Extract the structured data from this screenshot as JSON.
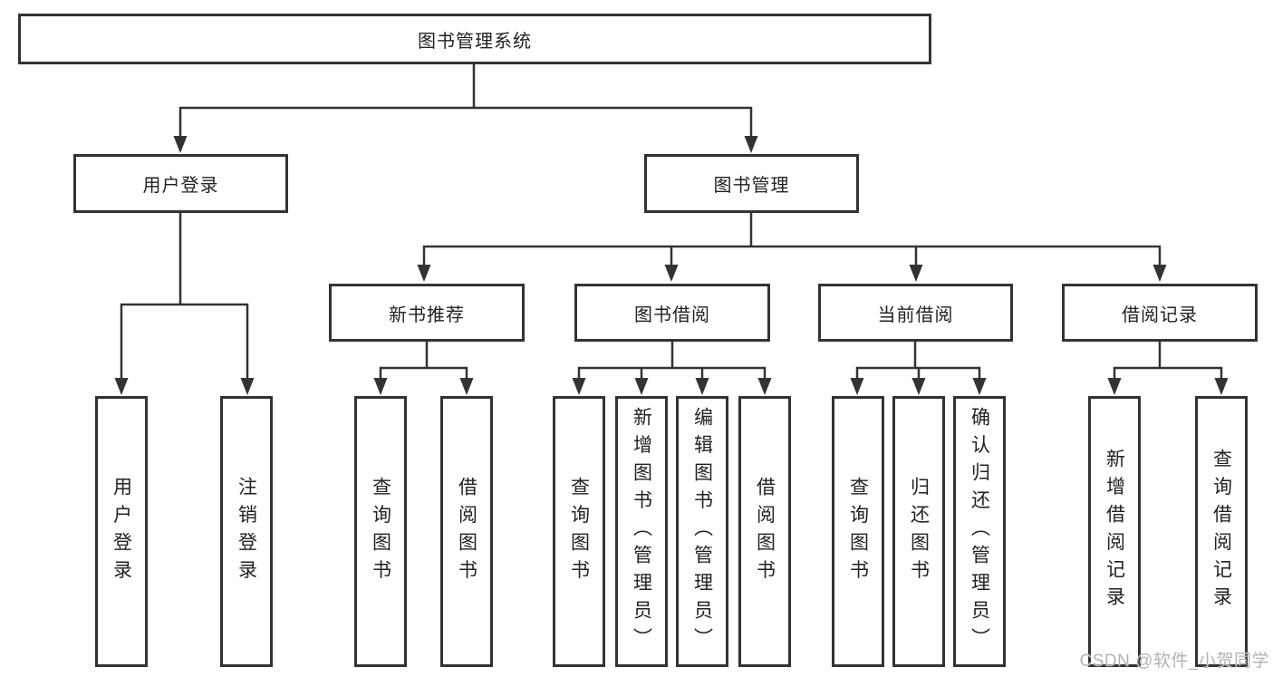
{
  "diagram": {
    "title": "图书管理系统",
    "nodes": {
      "root": "图书管理系统",
      "level2": [
        "用户登录",
        "图书管理"
      ],
      "level3": [
        "新书推荐",
        "图书借阅",
        "当前借阅",
        "借阅记录"
      ],
      "level4": {
        "user_login": [
          "用户登录",
          "注销登录"
        ],
        "new_books": [
          "查询图书",
          "借阅图书"
        ],
        "book_borrow": [
          "查询图书",
          "新增图书（管理员）",
          "编辑图书（管理员）",
          "借阅图书"
        ],
        "current_borrow": [
          "查询图书",
          "归还图书",
          "确认归还（管理员）"
        ],
        "borrow_records": [
          "新增借阅记录",
          "查询借阅记录"
        ]
      }
    },
    "colors": {
      "line": "#333333",
      "box_background": "#ffffff",
      "text": "#222222",
      "watermark": "#b3b3b3"
    }
  },
  "watermark": "CSDN @软件_小贺同学"
}
